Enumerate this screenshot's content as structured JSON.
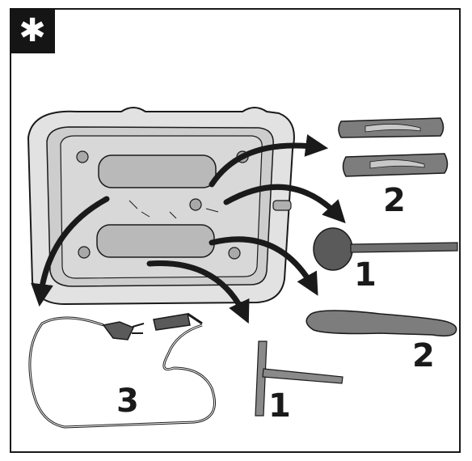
{
  "badge": {
    "symbol": "✱",
    "icon": "asterisk-icon"
  },
  "labels": {
    "crumb_trays": "2",
    "grill_handle": "1",
    "bun_warmer_tray": "2",
    "cord": "3",
    "key_tool": "1"
  },
  "colors": {
    "outline": "#1a1a1a",
    "body_fill": "#e2e2e2",
    "body_inner": "#cdcdcd",
    "slot_fill": "#b9b9b9",
    "part_fill": "#7d7d7d",
    "part_dark": "#5a5a5a"
  }
}
